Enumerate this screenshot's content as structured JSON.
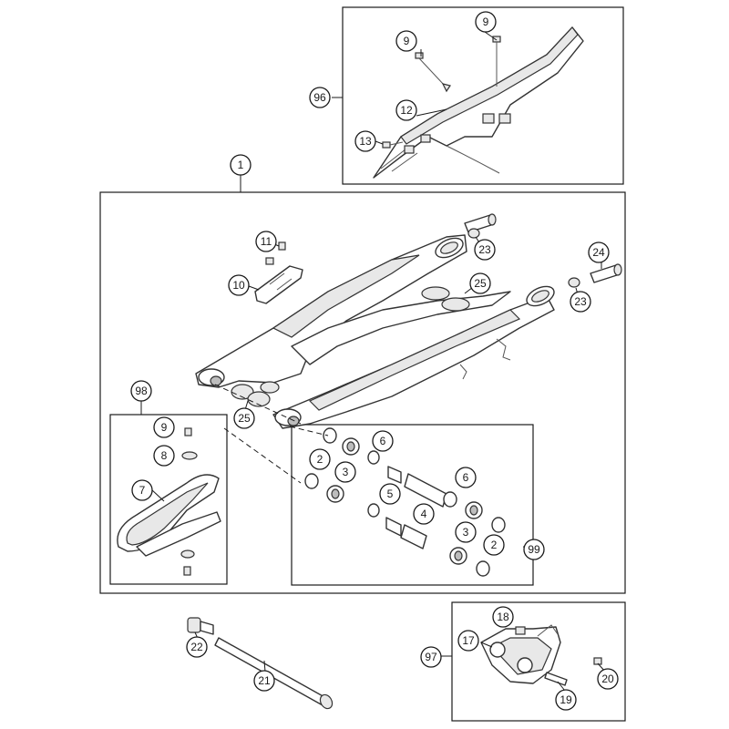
{
  "colors": {
    "line": "#1a1a1a",
    "fill": "#ffffff",
    "shade": "#e8e8e8",
    "dark": "#bdbdbd"
  },
  "callouts": {
    "c96": "96",
    "c9a": "9",
    "c9b": "9",
    "c12": "12",
    "c13": "13",
    "c1": "1",
    "c11": "11",
    "c10": "10",
    "c23a": "23",
    "c24": "24",
    "c23b": "23",
    "c25a": "25",
    "c25b": "25",
    "c98": "98",
    "c9c": "9",
    "c8": "8",
    "c7": "7",
    "c6a": "6",
    "c2a": "2",
    "c3a": "3",
    "c5": "5",
    "c4": "4",
    "c6b": "6",
    "c3b": "3",
    "c2b": "2",
    "c99": "99",
    "c22": "22",
    "c21": "21",
    "c97": "97",
    "c18": "18",
    "c17": "17",
    "c20": "20",
    "c19": "19"
  }
}
